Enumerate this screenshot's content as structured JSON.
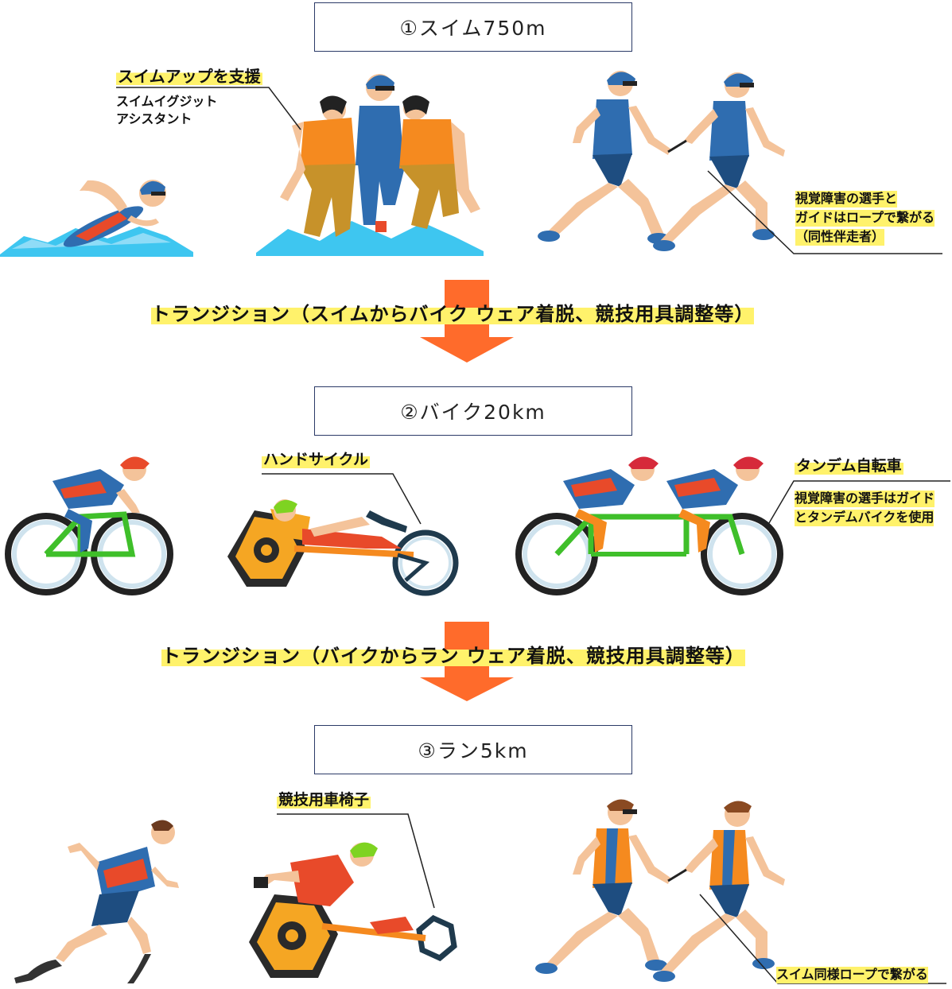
{
  "stages": [
    {
      "label": "①スイム750m"
    },
    {
      "label": "②バイク20km"
    },
    {
      "label": "③ラン5km"
    }
  ],
  "transitions": [
    {
      "label": "トランジション（スイムからバイク ウェア着脱、競技用具調整等）"
    },
    {
      "label": "トランジション（バイクからラン ウェア着脱、競技用具調整等）"
    }
  ],
  "swim": {
    "assist_title": "スイムアップを支援",
    "assist_sub1": "スイムイグジット",
    "assist_sub2": "アシスタント",
    "guide_line1": "視覚障害の選手と",
    "guide_line2": "ガイドはロープで繋がる",
    "guide_line3": "（同性伴走者）"
  },
  "bike": {
    "handcycle": "ハンドサイクル",
    "tandem_title": "タンデム自転車",
    "tandem_line1": "視覚障害の選手はガイド",
    "tandem_line2": "とタンデムバイクを使用"
  },
  "run": {
    "wheelchair": "競技用車椅子",
    "rope_note": "スイム同様ロープで繋がる"
  },
  "colors": {
    "water": "#3ec6f0",
    "arrow": "#ff6b2b",
    "highlight": "#fff26b",
    "bike_frame": "#3fbf2a",
    "jersey_blue": "#2f6db0",
    "jersey_orange": "#f58a1f",
    "box_border": "#2b3a67"
  },
  "icons": [
    "swimmer-icon",
    "assistants-icon",
    "guide-runners-icon",
    "cyclist-icon",
    "handcycle-icon",
    "tandem-bike-icon",
    "amputee-runner-icon",
    "wheelchair-racer-icon",
    "guided-runners-icon"
  ]
}
